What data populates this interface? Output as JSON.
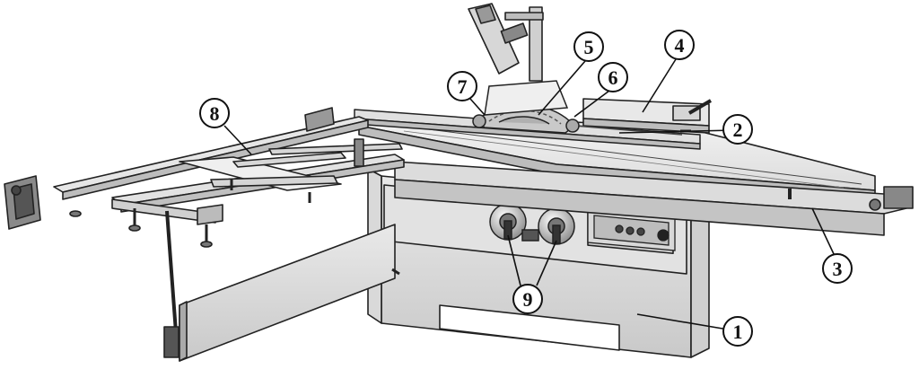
{
  "diagram": {
    "subject": "panel-saw",
    "callouts": [
      {
        "id": "1",
        "label": "1"
      },
      {
        "id": "2",
        "label": "2"
      },
      {
        "id": "3",
        "label": "3"
      },
      {
        "id": "4",
        "label": "4"
      },
      {
        "id": "5",
        "label": "5"
      },
      {
        "id": "6",
        "label": "6"
      },
      {
        "id": "7",
        "label": "7"
      },
      {
        "id": "8",
        "label": "8"
      },
      {
        "id": "9",
        "label": "9"
      }
    ]
  }
}
